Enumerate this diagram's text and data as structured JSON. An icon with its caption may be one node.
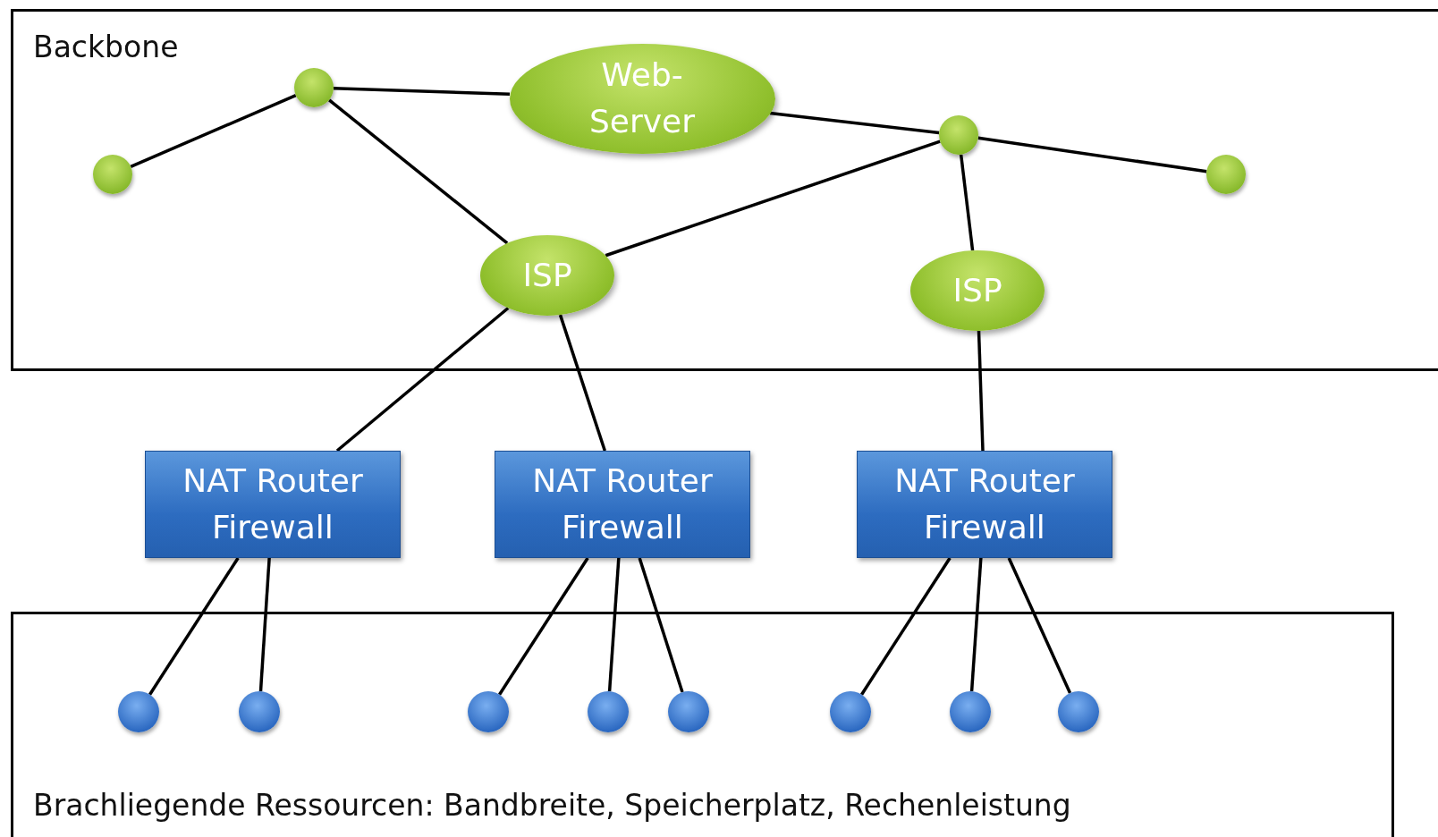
{
  "diagram": {
    "nodes": [
      {
        "text": [
          "Backbone"
        ]
      },
      {
        "text": [
          "Brachliegende Ressourcen: Bandbreite, Speicherplatz, Rechenleistung"
        ]
      },
      {
        "text": [],
        "shape": "circle",
        "in": 0
      },
      {
        "text": [
          "Web-Server"
        ],
        "in": 0
      },
      {
        "text": [],
        "shape": "circle",
        "in": 0
      },
      {
        "text": [],
        "shape": "circle",
        "in": 0
      },
      {
        "text": [],
        "shape": "circle",
        "in": 0
      },
      {
        "text": [
          "ISP"
        ],
        "in": 0
      },
      {
        "text": [
          "ISP"
        ],
        "in": 0
      },
      {
        "text": [
          "NAT Router Firewall"
        ]
      },
      {
        "text": [
          "NAT Router Firewall"
        ]
      },
      {
        "text": [
          "NAT Router Firewall"
        ]
      },
      {
        "text": [],
        "shape": "circle",
        "in": 1
      },
      {
        "text": [],
        "shape": "circle",
        "in": 1
      },
      {
        "text": [],
        "shape": "circle",
        "in": 1
      },
      {
        "text": [],
        "shape": "circle",
        "in": 1
      },
      {
        "text": [],
        "shape": "circle",
        "in": 1
      },
      {
        "text": [],
        "shape": "circle",
        "in": 1
      },
      {
        "text": [],
        "shape": "circle",
        "in": 1
      },
      {
        "text": [],
        "shape": "circle",
        "in": 1
      }
    ],
    "edges": [
      {
        "from": 2,
        "to": 4,
        "arrow": "none"
      },
      {
        "from": 2,
        "to": 3,
        "arrow": "none"
      },
      {
        "from": 2,
        "to": 7,
        "arrow": "none"
      },
      {
        "from": 3,
        "to": 5,
        "arrow": "none"
      },
      {
        "from": 5,
        "to": 7,
        "arrow": "none"
      },
      {
        "from": 5,
        "to": 6,
        "arrow": "none"
      },
      {
        "from": 5,
        "to": 8,
        "arrow": "none"
      },
      {
        "from": 7,
        "to": 9,
        "arrow": "none"
      },
      {
        "from": 7,
        "to": 10,
        "arrow": "none"
      },
      {
        "from": 8,
        "to": 11,
        "arrow": "none"
      },
      {
        "from": 9,
        "to": 12,
        "arrow": "none"
      },
      {
        "from": 9,
        "to": 13,
        "arrow": "none"
      },
      {
        "from": 10,
        "to": 14,
        "arrow": "none"
      },
      {
        "from": 10,
        "to": 15,
        "arrow": "none"
      },
      {
        "from": 10,
        "to": 16,
        "arrow": "none"
      },
      {
        "from": 11,
        "to": 17,
        "arrow": "none"
      },
      {
        "from": 11,
        "to": 18,
        "arrow": "none"
      },
      {
        "from": 11,
        "to": 19,
        "arrow": "none"
      }
    ]
  }
}
